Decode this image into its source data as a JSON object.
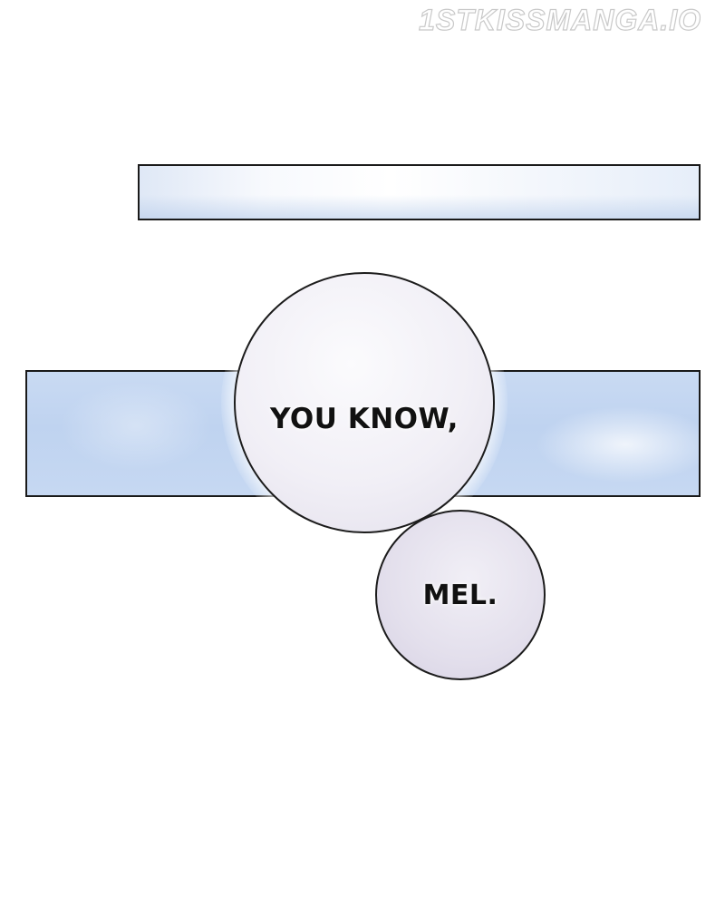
{
  "watermark": {
    "text": "1STKISSMANGA.IO"
  },
  "dialogue": {
    "bubble_1": "YOU KNOW,",
    "bubble_2": "MEL."
  },
  "colors": {
    "panel_sky": "#c6d8f2",
    "bubble_fill": "#eeecf3",
    "outline": "#1a1a1a"
  }
}
